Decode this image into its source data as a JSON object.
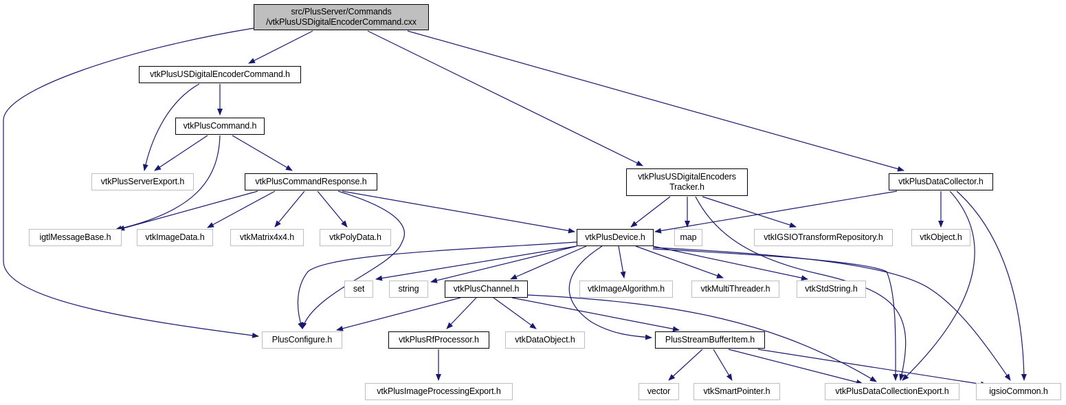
{
  "diagram": {
    "edge_color": "#191970",
    "root_fill": "#bfbfbf",
    "external_border": "#bfbfbf",
    "nodes": {
      "root": "src/PlusServer/Commands\n/vtkPlusUSDigitalEncoderCommand.cxx",
      "cmd_h": "vtkPlusUSDigitalEncoderCommand.h",
      "plus_command": "vtkPlusCommand.h",
      "server_export": "vtkPlusServerExport.h",
      "command_response": "vtkPlusCommandResponse.h",
      "igtl_message": "igtlMessageBase.h",
      "image_data": "vtkImageData.h",
      "matrix4x4": "vtkMatrix4x4.h",
      "poly_data": "vtkPolyData.h",
      "encoders_tracker": "vtkPlusUSDigitalEncoders\nTracker.h",
      "data_collector": "vtkPlusDataCollector.h",
      "plus_device": "vtkPlusDevice.h",
      "map": "map",
      "igsio_transform": "vtkIGSIOTransformRepository.h",
      "vtk_object": "vtkObject.h",
      "set": "set",
      "string": "string",
      "plus_channel": "vtkPlusChannel.h",
      "image_algorithm": "vtkImageAlgorithm.h",
      "multi_threader": "vtkMultiThreader.h",
      "std_string": "vtkStdString.h",
      "plus_configure": "PlusConfigure.h",
      "rf_processor": "vtkPlusRfProcessor.h",
      "data_object": "vtkDataObject.h",
      "stream_buffer_item": "PlusStreamBufferItem.h",
      "image_processing_export": "vtkPlusImageProcessingExport.h",
      "vector": "vector",
      "smart_pointer": "vtkSmartPointer.h",
      "data_collection_export": "vtkPlusDataCollectionExport.h",
      "igsio_common": "igsioCommon.h"
    }
  }
}
